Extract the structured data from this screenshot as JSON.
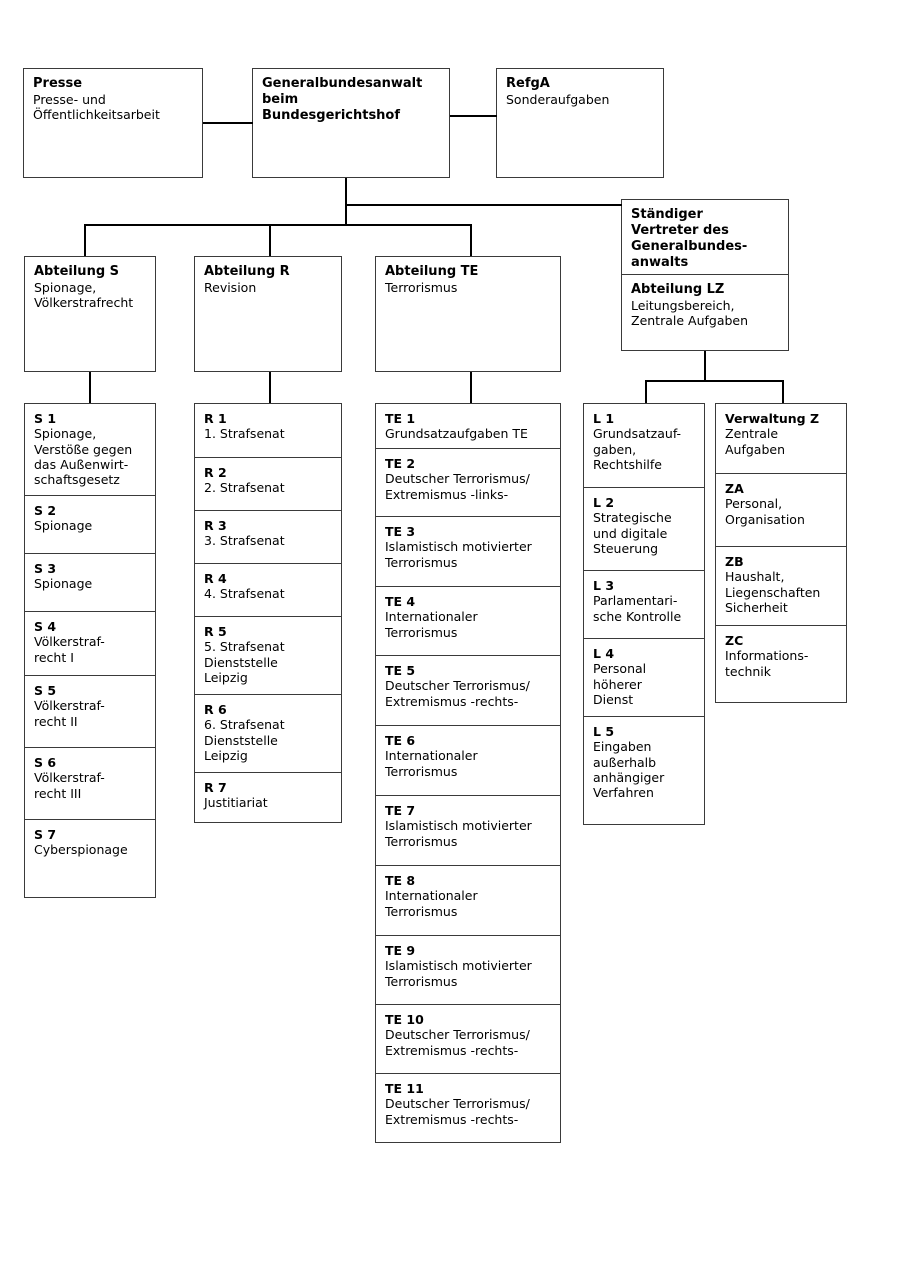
{
  "chart_data": {
    "type": "diagram",
    "title": "Organigramm Generalbundesanwalt beim Bundesgerichtshof",
    "orientation": "top-down"
  },
  "top": {
    "presse": {
      "code": "Presse",
      "desc": "Presse- und\nÖffentlichkeitsarbeit"
    },
    "gba": {
      "code": "Generalbundesanwalt\nbeim\nBundesgerichtshof",
      "desc": ""
    },
    "refga": {
      "code": "RefgA",
      "desc": "Sonderaufgaben"
    }
  },
  "deputy": {
    "staendiger": {
      "code": "Ständiger\nVertreter des\nGeneralbundes-\nanwalts",
      "desc": ""
    },
    "abteilung_lz": {
      "code": "Abteilung LZ",
      "desc": "Leitungsbereich,\nZentrale Aufgaben"
    }
  },
  "departments": {
    "s": {
      "code": "Abteilung S",
      "desc": "Spionage,\nVölkerstrafrecht"
    },
    "r": {
      "code": "Abteilung R",
      "desc": "Revision"
    },
    "te": {
      "code": "Abteilung TE",
      "desc": "Terrorismus"
    }
  },
  "columns": {
    "s_units": [
      {
        "code": "S 1",
        "desc": "Spionage,\nVerstöße gegen\ndas Außenwirt-\nschaftsgesetz"
      },
      {
        "code": "S 2",
        "desc": "Spionage"
      },
      {
        "code": "S 3",
        "desc": "Spionage"
      },
      {
        "code": "S 4",
        "desc": "Völkerstraf-\nrecht I"
      },
      {
        "code": "S 5",
        "desc": "Völkerstraf-\nrecht II"
      },
      {
        "code": "S 6",
        "desc": "Völkerstraf-\nrecht III"
      },
      {
        "code": "S 7",
        "desc": "Cyberspionage"
      }
    ],
    "r_units": [
      {
        "code": "R 1",
        "desc": "1. Strafsenat"
      },
      {
        "code": "R 2",
        "desc": "2. Strafsenat"
      },
      {
        "code": "R 3",
        "desc": "3. Strafsenat"
      },
      {
        "code": "R 4",
        "desc": "4. Strafsenat"
      },
      {
        "code": "R 5",
        "desc": "5. Strafsenat\nDienststelle\nLeipzig"
      },
      {
        "code": "R 6",
        "desc": "6. Strafsenat\nDienststelle\nLeipzig"
      },
      {
        "code": "R 7",
        "desc": "Justitiariat"
      }
    ],
    "te_units": [
      {
        "code": "TE 1",
        "desc": "Grundsatzaufgaben TE"
      },
      {
        "code": "TE 2",
        "desc": "Deutscher Terrorismus/\nExtremismus -links-"
      },
      {
        "code": "TE 3",
        "desc": "Islamistisch motivierter\nTerrorismus"
      },
      {
        "code": "TE 4",
        "desc": "Internationaler\nTerrorismus"
      },
      {
        "code": "TE 5",
        "desc": "Deutscher Terrorismus/\nExtremismus -rechts-"
      },
      {
        "code": "TE 6",
        "desc": "Internationaler\nTerrorismus"
      },
      {
        "code": "TE 7",
        "desc": "Islamistisch motivierter\nTerrorismus"
      },
      {
        "code": "TE 8",
        "desc": "Internationaler\nTerrorismus"
      },
      {
        "code": "TE 9",
        "desc": "Islamistisch motivierter\nTerrorismus"
      },
      {
        "code": "TE 10",
        "desc": "Deutscher Terrorismus/\nExtremismus -rechts-"
      },
      {
        "code": "TE 11",
        "desc": "Deutscher Terrorismus/\nExtremismus -rechts-"
      }
    ],
    "l_units": [
      {
        "code": "L 1",
        "desc": "Grundsatzauf-\ngaben,\nRechtshilfe"
      },
      {
        "code": "L 2",
        "desc": "Strategische\nund digitale\nSteuerung"
      },
      {
        "code": "L 3",
        "desc": "Parlamentari-\nsche Kontrolle"
      },
      {
        "code": "L 4",
        "desc": "Personal\nhöherer\nDienst"
      },
      {
        "code": "L 5",
        "desc": "Eingaben\naußerhalb\nanhängiger\nVerfahren"
      }
    ],
    "z_units": [
      {
        "code": "Verwaltung Z",
        "desc": "Zentrale\nAufgaben"
      },
      {
        "code": "ZA",
        "desc": "Personal,\nOrganisation"
      },
      {
        "code": "ZB",
        "desc": "Haushalt,\nLiegenschaften\nSicherheit"
      },
      {
        "code": "ZC",
        "desc": "Informations-\ntechnik"
      }
    ]
  },
  "colors": {
    "border": "#3a3a3a",
    "connector": "#000000",
    "background": "#ffffff",
    "text": "#000000"
  }
}
